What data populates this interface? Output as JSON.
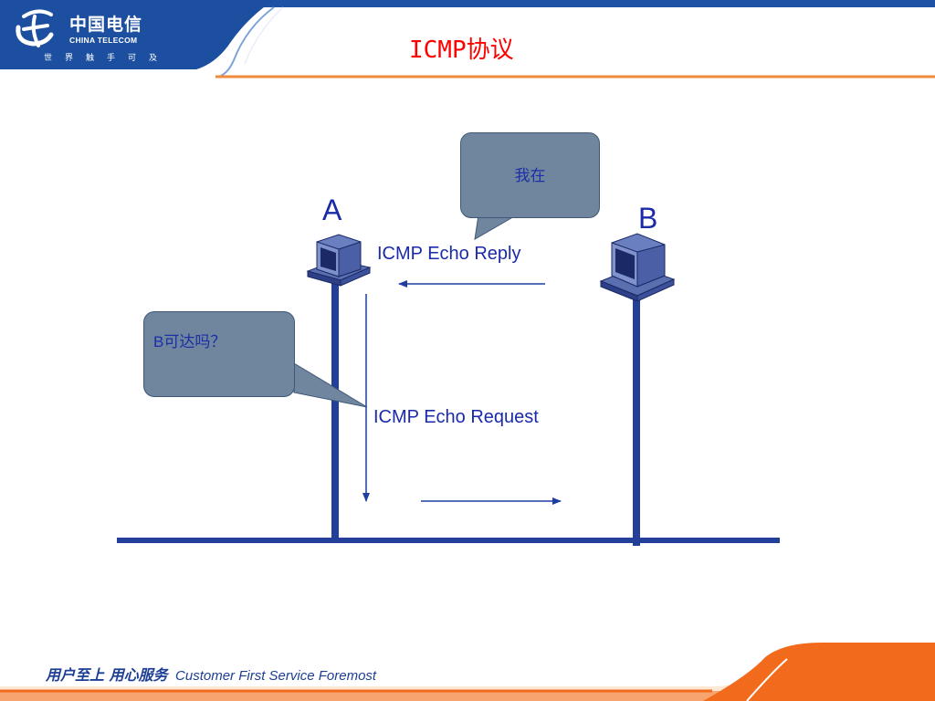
{
  "header": {
    "logo_cn": "中国电信",
    "logo_en": "CHINA TELECOM",
    "logo_slogan": "世界触手可及",
    "title": "ICMP协议"
  },
  "diagram": {
    "host_a": "A",
    "host_b": "B",
    "reply_label": "ICMP Echo Reply",
    "request_label": "ICMP Echo Request",
    "callout_b": "我在",
    "callout_a_prefix": "B",
    "callout_a_text": "可达吗？"
  },
  "footer": {
    "slogan_cn": "用户至上  用心服务",
    "slogan_en": "Customer First Service Foremost"
  },
  "colors": {
    "brand_blue": "#1e52a5",
    "accent_orange": "#f26b1d",
    "bus_line": "#233f9a",
    "callout_fill": "#6f869e",
    "title_red": "#ff0000"
  }
}
